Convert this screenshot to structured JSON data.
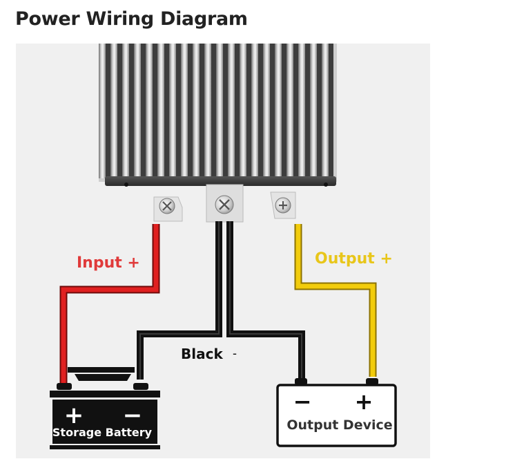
{
  "title": "Power Wiring Diagram",
  "diagram": {
    "labels": {
      "input_positive": "Input +",
      "output_positive": "Output +",
      "black_negative": "Black",
      "black_negative_sign": "-"
    },
    "battery": {
      "label": "Storage Battery",
      "positive_symbol": "+",
      "negative_symbol": "−"
    },
    "output_device": {
      "label": "Output Device",
      "positive_symbol": "+",
      "negative_symbol": "−"
    },
    "colors": {
      "input_wire": "#e02020",
      "output_wire": "#f2cc0c",
      "negative_wire": "#111111",
      "input_label": "#e03a3a",
      "output_label": "#e8c61a"
    },
    "icons": [
      "heatsink-icon",
      "terminal-screw-icon",
      "battery-icon",
      "device-box-icon"
    ]
  }
}
